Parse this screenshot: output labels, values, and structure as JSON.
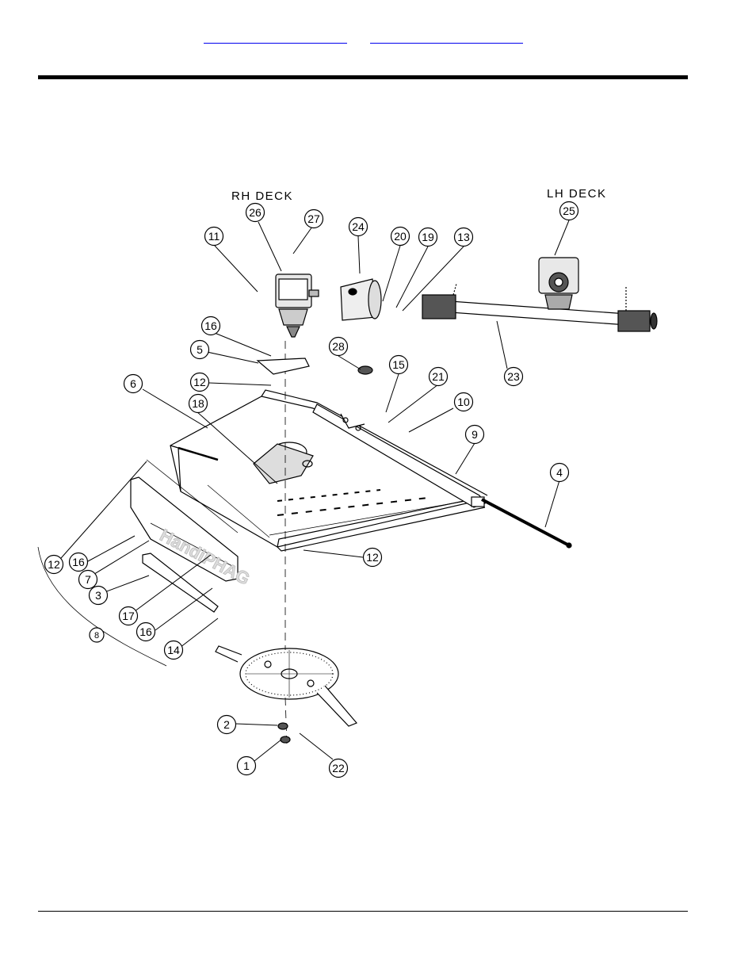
{
  "header": {
    "links": [
      "",
      ""
    ]
  },
  "diagram": {
    "titles": {
      "rh": "RH DECK",
      "lh": "LH DECK"
    },
    "callouts": [
      {
        "id": "c26",
        "label": "26"
      },
      {
        "id": "c27",
        "label": "27"
      },
      {
        "id": "c11",
        "label": "11"
      },
      {
        "id": "c24",
        "label": "24"
      },
      {
        "id": "c20",
        "label": "20"
      },
      {
        "id": "c19",
        "label": "19"
      },
      {
        "id": "c13",
        "label": "13"
      },
      {
        "id": "c25",
        "label": "25"
      },
      {
        "id": "c16a",
        "label": "16"
      },
      {
        "id": "c5",
        "label": "5"
      },
      {
        "id": "c28",
        "label": "28"
      },
      {
        "id": "c12a",
        "label": "12"
      },
      {
        "id": "c15",
        "label": "15"
      },
      {
        "id": "c21",
        "label": "21"
      },
      {
        "id": "c23",
        "label": "23"
      },
      {
        "id": "c6",
        "label": "6"
      },
      {
        "id": "c18",
        "label": "18"
      },
      {
        "id": "c10",
        "label": "10"
      },
      {
        "id": "c9",
        "label": "9"
      },
      {
        "id": "c4",
        "label": "4"
      },
      {
        "id": "c12b",
        "label": "12"
      },
      {
        "id": "c16b",
        "label": "16"
      },
      {
        "id": "c7",
        "label": "7"
      },
      {
        "id": "c12c",
        "label": "12"
      },
      {
        "id": "c3",
        "label": "3"
      },
      {
        "id": "c17",
        "label": "17"
      },
      {
        "id": "c16c",
        "label": "16"
      },
      {
        "id": "c8",
        "label": "8"
      },
      {
        "id": "c14",
        "label": "14"
      },
      {
        "id": "c2",
        "label": "2"
      },
      {
        "id": "c1",
        "label": "1"
      },
      {
        "id": "c22",
        "label": "22"
      }
    ]
  }
}
